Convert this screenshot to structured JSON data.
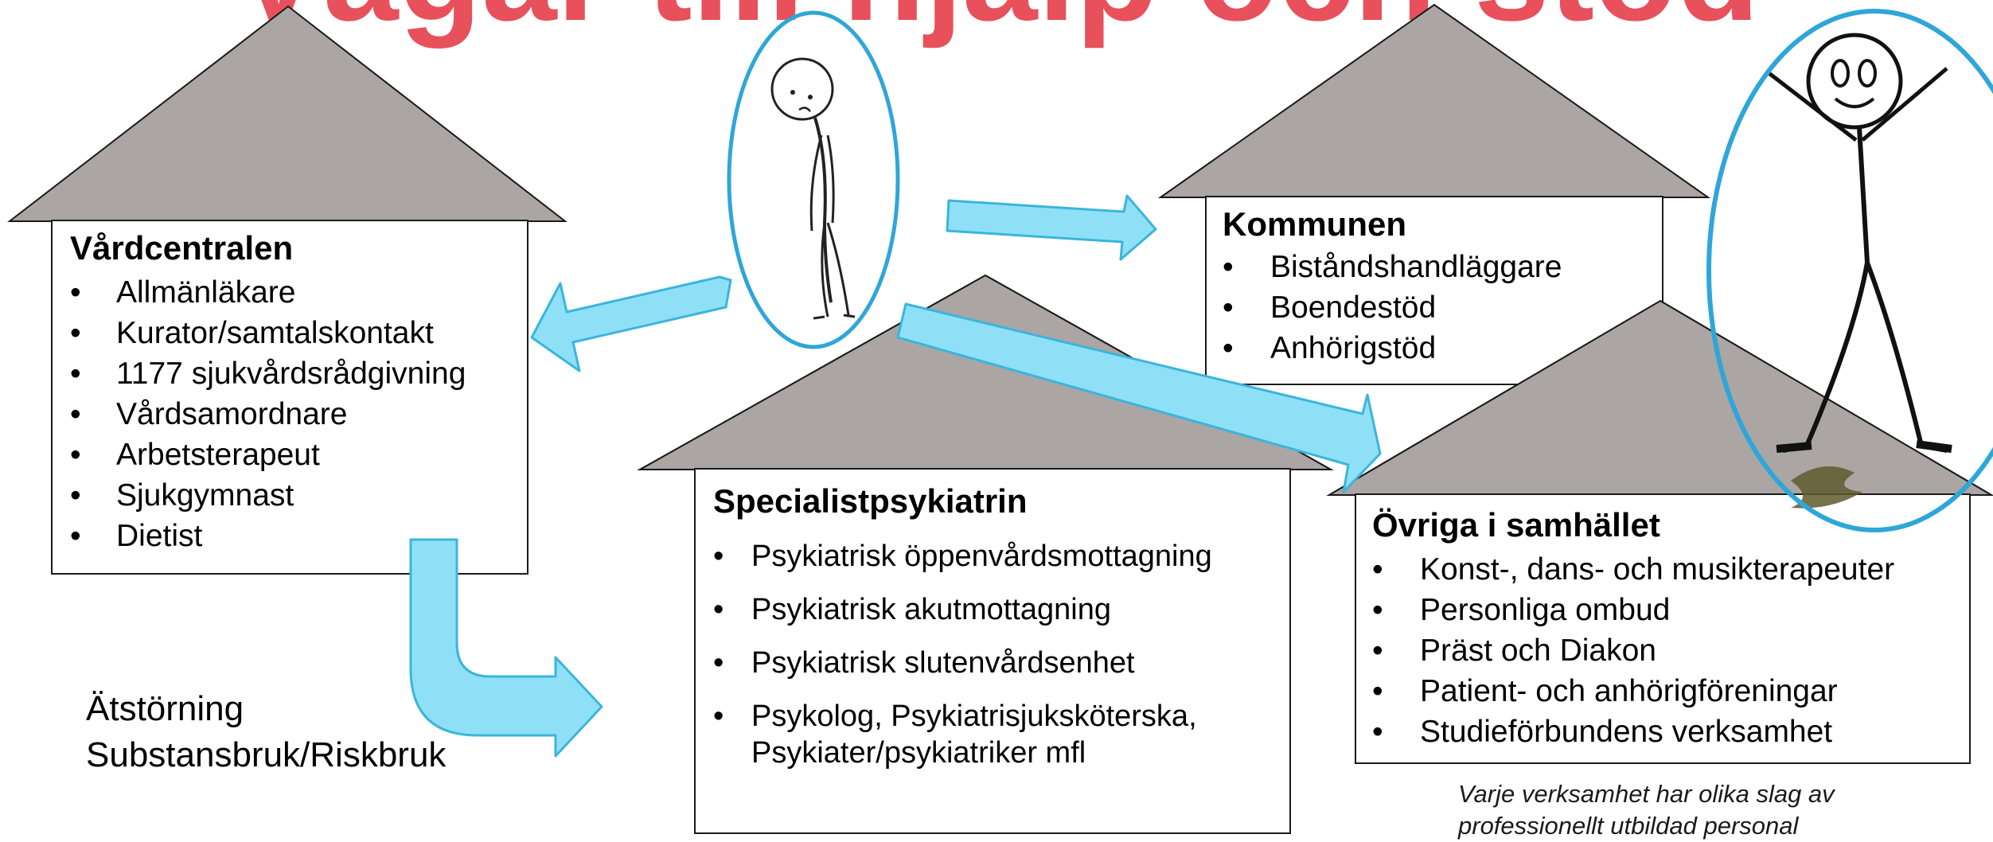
{
  "title": "Vägar till hjälp och stöd",
  "houses": [
    {
      "heading": "Vårdcentralen",
      "items": [
        "Allmänläkare",
        "Kurator/samtalskontakt",
        "1177 sjukvårdsrådgivning",
        "Vårdsamordnare",
        "Arbetsterapeut",
        "Sjukgymnast",
        "Dietist"
      ]
    },
    {
      "heading": "Kommunen",
      "items": [
        "Biståndshandläggare",
        "Boendestöd",
        "Anhörigstöd"
      ]
    },
    {
      "heading": "Specialistpsykiatrin",
      "items": [
        "Psykiatrisk öppenvårdsmottagning",
        "Psykiatrisk akutmottagning",
        "Psykiatrisk slutenvårdsenhet",
        "Psykolog, Psykiatrisjuksköterska, Psykiater/psykiatriker mfl"
      ]
    },
    {
      "heading": "Övriga i samhället",
      "items": [
        "Konst-, dans- och musikterapeuter",
        "Personliga ombud",
        "Präst och Diakon",
        "Patient- och anhörigföreningar",
        "Studieförbundens verksamhet"
      ]
    }
  ],
  "sidenote": "Ätstörning\nSubstansbruk/Riskbruk",
  "footnote": "Varje verksamhet har olika slag av professionellt utbildad personal",
  "colors": {
    "title": "#e8505b",
    "roof": "#aba5a3",
    "arrow_fill": "#8fe0f7",
    "arrow_stroke": "#3ab5dc",
    "ellipse": "#2fa6d9"
  },
  "icons": [
    "sad-stick-figure-icon",
    "happy-stick-figure-icon",
    "arrow-icon"
  ]
}
